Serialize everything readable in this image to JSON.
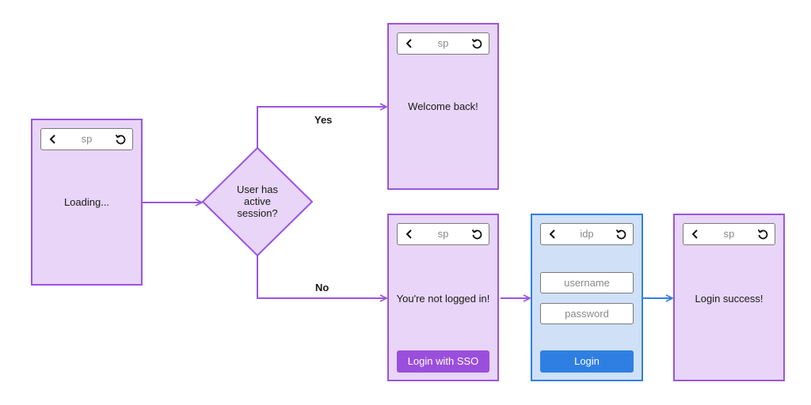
{
  "colors": {
    "sp_fill": "#e8d5f7",
    "sp_border": "#9a55e0",
    "idp_fill": "#cfe0f7",
    "idp_border": "#2f7fe3",
    "sso_button": "#9a4fdc",
    "login_button": "#2f7fe3"
  },
  "loading_screen": {
    "host": "sp",
    "message": "Loading..."
  },
  "decision": {
    "line1": "User has",
    "line2": "active",
    "line3": "session?"
  },
  "edges": {
    "yes": "Yes",
    "no": "No"
  },
  "welcome_screen": {
    "host": "sp",
    "message": "Welcome back!"
  },
  "not_logged_screen": {
    "host": "sp",
    "message": "You're not logged in!",
    "button": "Login with SSO"
  },
  "idp_screen": {
    "host": "idp",
    "username_placeholder": "username",
    "password_placeholder": "password",
    "button": "Login"
  },
  "success_screen": {
    "host": "sp",
    "message": "Login success!"
  }
}
